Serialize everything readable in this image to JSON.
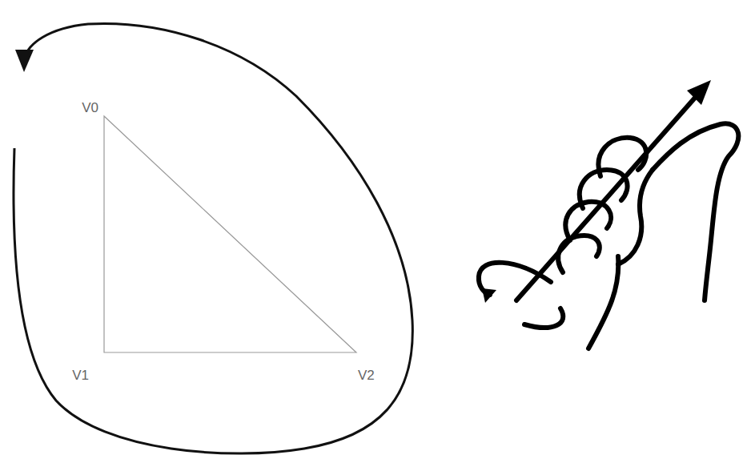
{
  "diagram": {
    "labels": [
      "V0",
      "V1",
      "V2"
    ]
  }
}
